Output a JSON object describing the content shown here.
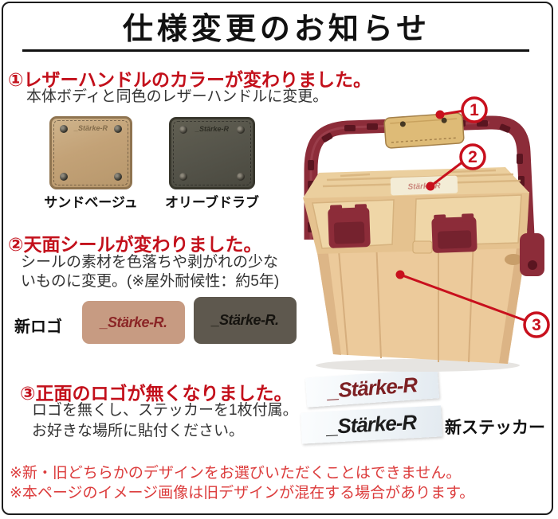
{
  "page": {
    "title": "仕様変更のお知らせ",
    "notes": [
      "※新・旧どちらかのデザインをお選びいただくことはできません。",
      "※本ページのイメージ画像は旧デザインが混在する場合があります。"
    ]
  },
  "sections": [
    {
      "number": "①",
      "heading": "レザーハンドルのカラーが変わりました。",
      "body": "本体ボディと同色のレザーハンドルに変更。",
      "swatches": [
        {
          "label": "サンドベージュ",
          "emboss": "_Stärke-R",
          "color": "#c3a277"
        },
        {
          "label": "オリーブドラブ",
          "emboss": "_Stärke-R",
          "color": "#55544a"
        }
      ]
    },
    {
      "number": "②",
      "heading": "天面シールが変わりました。",
      "body_line1": "シールの素材を色落ちや剥がれの少な",
      "body_line2": "いものに変更。(※屋外耐候性：約5年)",
      "new_logo_label": "新ロゴ",
      "logos": [
        {
          "text": "_Stärke-R.",
          "bg": "#c79b82",
          "fg": "#8b2526"
        },
        {
          "text": "_Stärke-R.",
          "bg": "#5e584e",
          "fg": "#15130f"
        }
      ]
    },
    {
      "number": "③",
      "heading": "正面のロゴが無くなりました。",
      "body_line1": "ロゴを無くし、ステッカーを1枚付属。",
      "body_line2": "お好きな場所に貼付ください。",
      "sticker_label": "新ステッカー",
      "stickers": [
        {
          "text": "_Stärke-R",
          "fg": "#7d2023"
        },
        {
          "text": "_Stärke-R",
          "fg": "#1c1c1c"
        }
      ]
    }
  ],
  "product": {
    "lid_logo": "Stärke-R",
    "callouts": [
      "1",
      "2",
      "3"
    ]
  },
  "colors": {
    "heading_red": "#c3101b",
    "callout_red": "#c8101d",
    "note_red": "#dc3c3c",
    "body_text": "#333333",
    "box_tan": "#e7c795",
    "handle_maroon": "#8c2c39",
    "frame_border": "#1c1c1c"
  }
}
